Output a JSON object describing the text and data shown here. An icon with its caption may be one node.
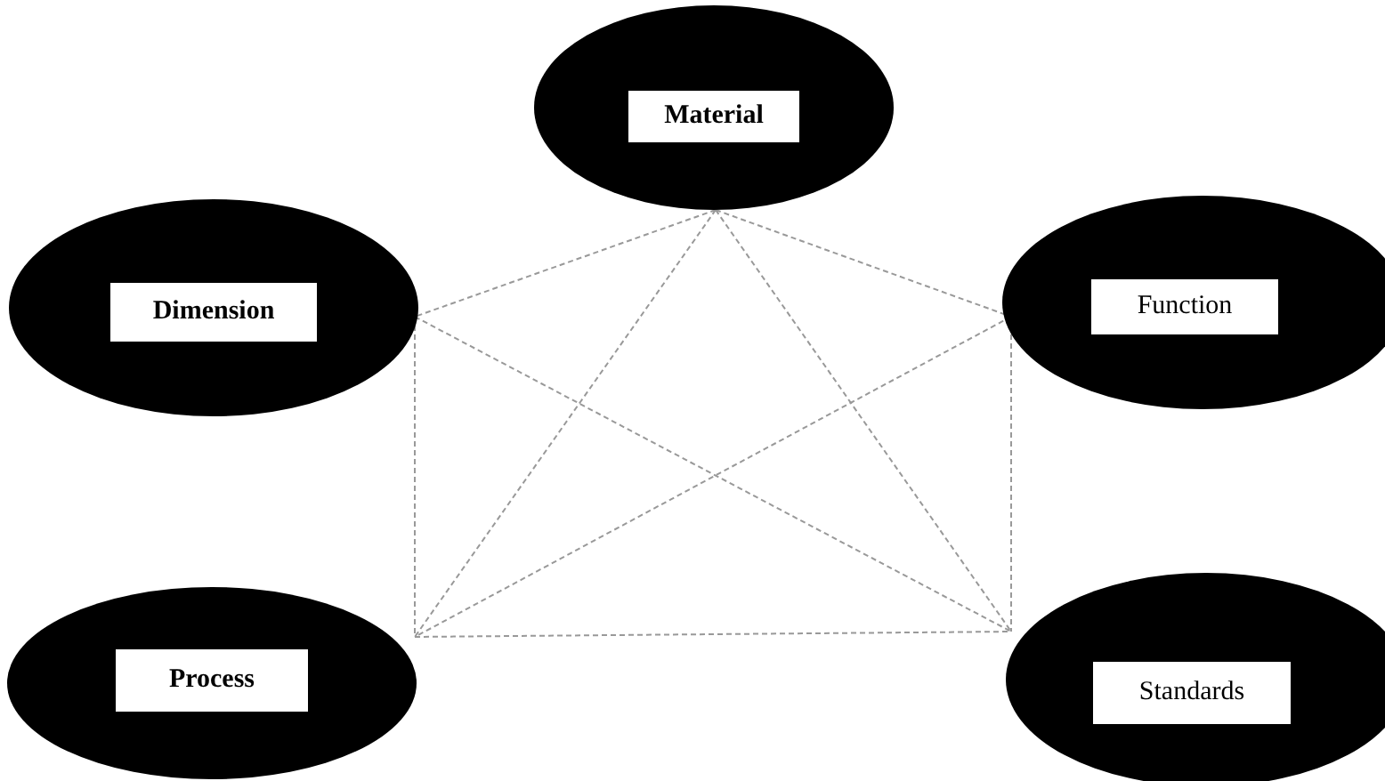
{
  "diagram": {
    "nodes": [
      {
        "text": [
          "Material"
        ]
      },
      {
        "text": [
          "Dimension"
        ]
      },
      {
        "text": [
          "Function"
        ]
      },
      {
        "text": [
          "Process"
        ]
      },
      {
        "text": [
          "Standards"
        ]
      }
    ],
    "edges": [
      {
        "from": 0,
        "to": 1,
        "arrow": "none",
        "style": "dashed"
      },
      {
        "from": 0,
        "to": 2,
        "arrow": "none",
        "style": "dashed"
      },
      {
        "from": 0,
        "to": 3,
        "arrow": "none",
        "style": "dashed"
      },
      {
        "from": 0,
        "to": 4,
        "arrow": "none",
        "style": "dashed"
      },
      {
        "from": 1,
        "to": 3,
        "arrow": "none",
        "style": "dashed"
      },
      {
        "from": 1,
        "to": 4,
        "arrow": "none",
        "style": "dashed"
      },
      {
        "from": 2,
        "to": 3,
        "arrow": "none",
        "style": "dashed"
      },
      {
        "from": 2,
        "to": 4,
        "arrow": "none",
        "style": "dashed"
      },
      {
        "from": 3,
        "to": 4,
        "arrow": "none",
        "style": "dashed"
      }
    ]
  }
}
